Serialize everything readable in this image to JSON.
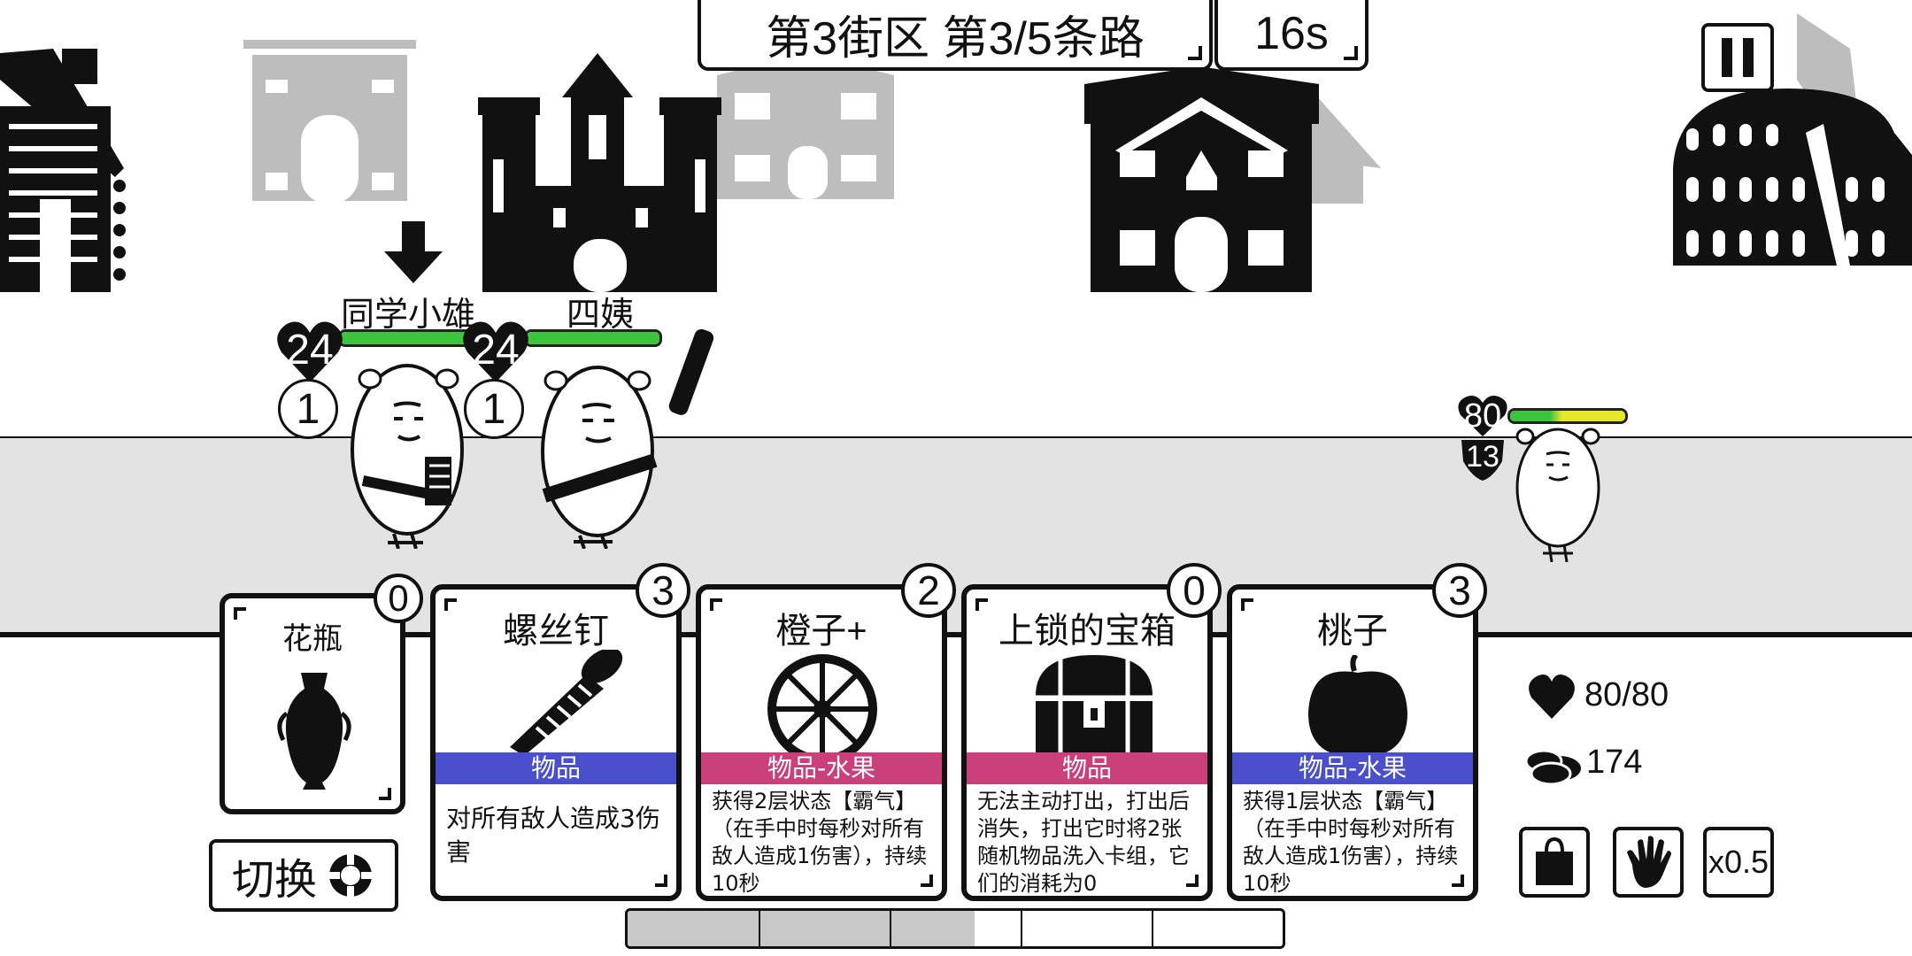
{
  "header": {
    "location": "第3街区 第3/5条路",
    "timer": "16s"
  },
  "enemies": [
    {
      "name": "同学小雄",
      "hp": "24",
      "intent": "1",
      "hp_fraction": 1.0,
      "bar_color": "#3ec53e",
      "targeted": true
    },
    {
      "name": "四姨",
      "hp": "24",
      "intent": "1",
      "hp_fraction": 1.0,
      "bar_color": "#3ec53e",
      "targeted": false
    }
  ],
  "player": {
    "hp": "80",
    "armor": "13",
    "hp_fraction": 1.0,
    "hp_display": "80/80",
    "coins": "174"
  },
  "relic_card": {
    "name": "花瓶",
    "cost": "0",
    "icon": "vase-icon"
  },
  "switch_button": {
    "label": "切换"
  },
  "hand": [
    {
      "name": "螺丝钉",
      "cost": "3",
      "type": "物品",
      "type_color": "#4a4fcc",
      "icon": "screw-icon",
      "desc": "对所有敌人造成3伤害"
    },
    {
      "name": "橙子+",
      "cost": "2",
      "type": "物品-水果",
      "type_color": "#c9407a",
      "icon": "orange-slice-icon",
      "desc": "获得2层状态【霸气】（在手中时每秒对所有敌人造成1伤害），持续10秒"
    },
    {
      "name": "上锁的宝箱",
      "cost": "0",
      "type": "物品",
      "type_color": "#c9407a",
      "icon": "treasure-chest-icon",
      "desc": "无法主动打出，打出后消失，打出它时将2张随机物品洗入卡组，它们的消耗为0"
    },
    {
      "name": "桃子",
      "cost": "3",
      "type": "物品-水果",
      "type_color": "#4a4fcc",
      "icon": "peach-icon",
      "desc": "获得1层状态【霸气】（在手中时每秒对所有敌人造成1伤害），持续10秒"
    }
  ],
  "controls": {
    "speed": "x0.5"
  },
  "energy_bar": {
    "filled": 2.65,
    "total": 5
  },
  "colors": {
    "hp_green": "#3ec53e",
    "hp_yellow": "#e6e62a"
  }
}
